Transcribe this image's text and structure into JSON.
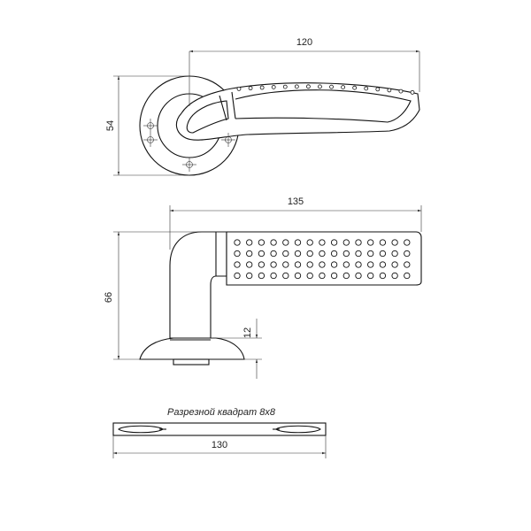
{
  "drawing": {
    "title": "Door handle technical drawing"
  },
  "dimensions": {
    "top_view_length": "120",
    "top_view_height": "54",
    "side_view_length": "135",
    "side_view_height": "66",
    "rosette_thickness": "12",
    "spindle_length": "130"
  },
  "spindle": {
    "caption": "Разрезной квадрат 8x8"
  },
  "colors": {
    "line": "#111111",
    "dim_line": "#333333",
    "background": "#ffffff"
  }
}
